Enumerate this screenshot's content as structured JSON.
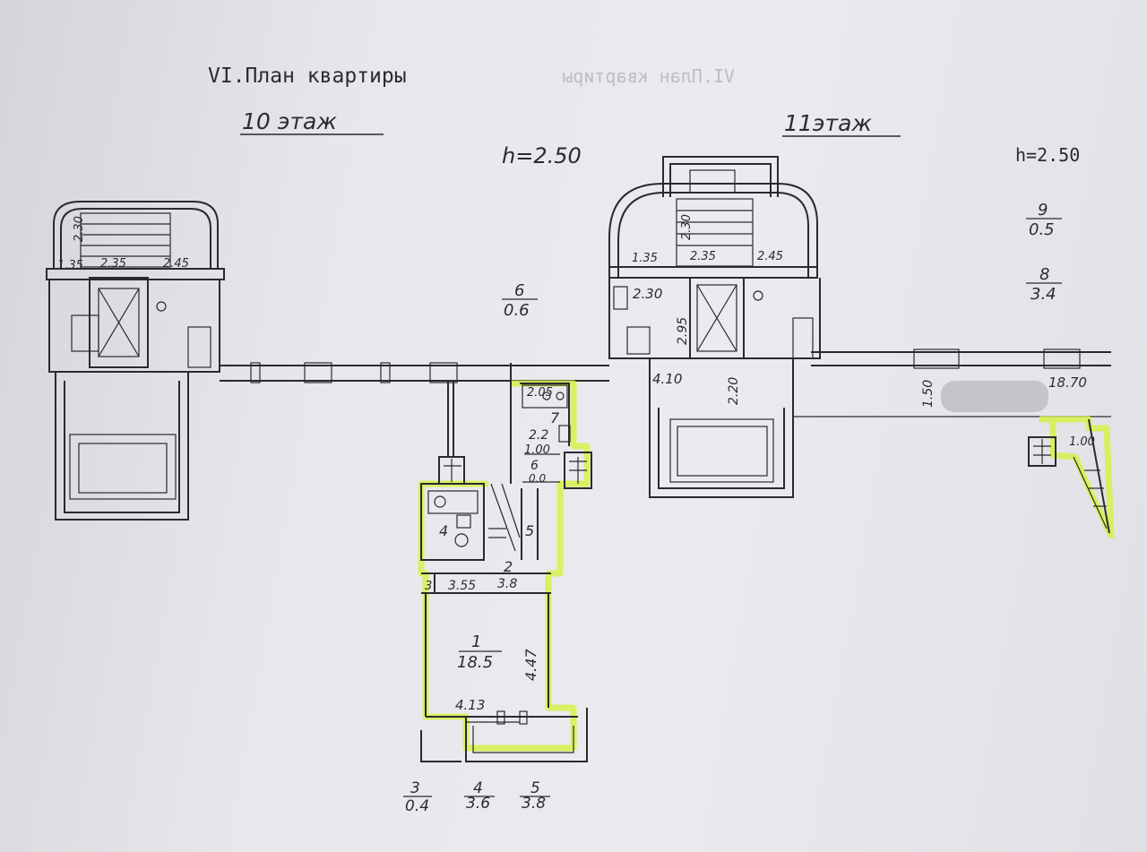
{
  "header": {
    "title": "VI.План квартиры",
    "mirror_text": "VI.План квартиры"
  },
  "floors": {
    "left": {
      "label": "10 этаж",
      "height": "h=2.50"
    },
    "right": {
      "label": "11этаж",
      "height": "h=2.50"
    }
  },
  "rooms": {
    "r6": {
      "num": "6",
      "area": "0.6"
    },
    "r9": {
      "num": "9",
      "area": "0.5"
    },
    "r8": {
      "num": "8",
      "area": "3.4"
    },
    "r7": {
      "num": "7",
      "area": "2.2"
    },
    "r6b": {
      "num": "6",
      "area": "0.0"
    },
    "r4": {
      "num": "4"
    },
    "r5": {
      "num": "5"
    },
    "r2": {
      "num": "2",
      "area": "3.8"
    },
    "r3": {
      "num": "3"
    },
    "r1": {
      "num": "1",
      "area": "18.5"
    }
  },
  "dimensions": {
    "left_stair": [
      "1.35",
      "2.35",
      "2.45",
      "2.30"
    ],
    "right_stair": [
      "1.35",
      "2.35",
      "2.45",
      "2.30"
    ],
    "d_230": "2.30",
    "d_295": "2.95",
    "d_410": "4.10",
    "d_220": "2.20",
    "d_150": "1.50",
    "d_1870": "18.70",
    "d_100_right": "1.00",
    "d_205": "2.05",
    "d_100_mid": "1.00",
    "d_355": "3.55",
    "d_447": "4.47",
    "d_413": "4.13"
  },
  "legend": [
    {
      "num": "3",
      "area": "0.4"
    },
    {
      "num": "4",
      "area": "3.6"
    },
    {
      "num": "5",
      "area": "3.8"
    }
  ],
  "colors": {
    "highlight": "#d4f24a",
    "ink": "#2a2a2e",
    "paper": "#e9e7ec"
  }
}
